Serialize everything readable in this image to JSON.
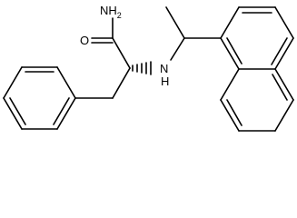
{
  "molecule": {
    "atoms": {
      "amide_n": "NH",
      "amide_n_sub": "2",
      "carbonyl_o": "O",
      "amine_n": "N",
      "amine_h": "H"
    },
    "colors": {
      "bond": "#000000",
      "label": "#000000",
      "background": "#ffffff"
    }
  }
}
